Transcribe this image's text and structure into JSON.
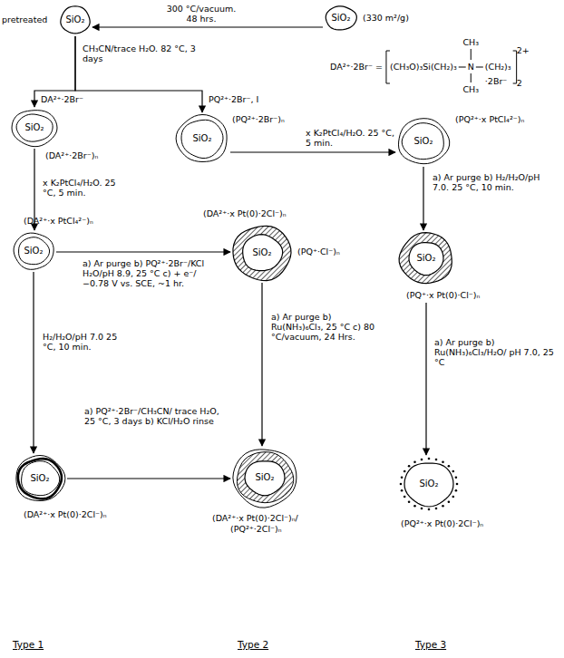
{
  "diagram": {
    "nodes": [
      {
        "text": [
          "pretreated",
          "SiO₂"
        ]
      },
      {
        "text": [
          "SiO₂",
          "(330 m²/g)"
        ]
      },
      {
        "text": [
          "SiO₂",
          "(DA²⁺·2Br⁻)ₙ"
        ]
      },
      {
        "text": [
          "SiO₂",
          "(PQ²⁺·2Br⁻)ₙ"
        ]
      },
      {
        "text": [
          "SiO₂",
          "(PQ²⁺·x PtCl₄²⁻)ₙ"
        ]
      },
      {
        "text": [
          "SiO₂",
          "(DA²⁺·x PtCl₄²⁻)ₙ"
        ]
      },
      {
        "text": [
          "SiO₂",
          "(DA²⁺·x Pt(0)·2Cl⁻)ₙ",
          "(PQ⁺·Cl⁻)ₙ"
        ]
      },
      {
        "text": [
          "SiO₂",
          "(PQ⁺·x Pt(0)·Cl⁻)ₙ"
        ]
      },
      {
        "text": [
          "SiO₂",
          "(DA²⁺·x Pt(0)·2Cl⁻)ₙ"
        ]
      },
      {
        "text": [
          "SiO₂",
          "(DA²⁺·x Pt(0)·2Cl⁻)ₙ/",
          "(PQ²⁺·2Cl⁻)ₙ"
        ]
      },
      {
        "text": [
          "SiO₂",
          "(PQ²⁺·x Pt(0)·2Cl⁻)ₙ"
        ]
      }
    ],
    "edges": [
      {
        "from": 1,
        "to": 0,
        "arrow": "to",
        "label": "300 °C/vacuum. 48 hrs."
      },
      {
        "from": 0,
        "to": 2,
        "arrow": "to",
        "label": "DA²⁺·2Br⁻"
      },
      {
        "from": 0,
        "to": 3,
        "arrow": "to",
        "label": "PQ²⁺·2Br⁻, I"
      },
      {
        "from": 3,
        "to": 4,
        "arrow": "to",
        "label": "x K₂PtCl₄/H₂O. 25 °C, 5 min."
      },
      {
        "from": 2,
        "to": 5,
        "arrow": "to",
        "label": "x K₂PtCl₄/H₂O. 25 °C, 5 min."
      },
      {
        "from": 5,
        "to": 6,
        "arrow": "to",
        "label": "a) Ar purge b) PQ²⁺·2Br⁻/KCl H₂O/pH 8.9, 25 °C c) + e⁻/−0.78 V vs. SCE, ~1 hr."
      },
      {
        "from": 4,
        "to": 7,
        "arrow": "to",
        "label": "a) Ar purge b) H₂/H₂O/pH 7.0. 25 °C, 10 min."
      },
      {
        "from": 5,
        "to": 8,
        "arrow": "to",
        "label": "H₂/H₂O/pH 7.0 25 °C, 10 min."
      },
      {
        "from": 6,
        "to": 9,
        "arrow": "to",
        "label": "a) Ar purge b) Ru(NH₃)₆Cl₃, 25 °C c) 80 °C/vacuum, 24 Hrs."
      },
      {
        "from": 8,
        "to": 9,
        "arrow": "to",
        "label": "a) PQ²⁺·2Br⁻/CH₃CN/ trace H₂O, 25 °C, 3 days b) KCl/H₂O rinse"
      },
      {
        "from": 7,
        "to": 10,
        "arrow": "to",
        "label": "a) Ar purge b) Ru(NH₃)₆Cl₃/H₂O/ pH 7.0, 25 °C"
      }
    ],
    "labels": [
      "CH₃CN/trace H₂O. 82 °C, 3 days",
      "DA²⁺·2Br⁻ =",
      "(CH₃O)₃Si(CH₂)₃",
      "N",
      "CH₃",
      "CH₃",
      "(CH₂)₃",
      "2+",
      "·2Br⁻",
      "2",
      "Type 1",
      "Type 2",
      "Type 3"
    ]
  }
}
